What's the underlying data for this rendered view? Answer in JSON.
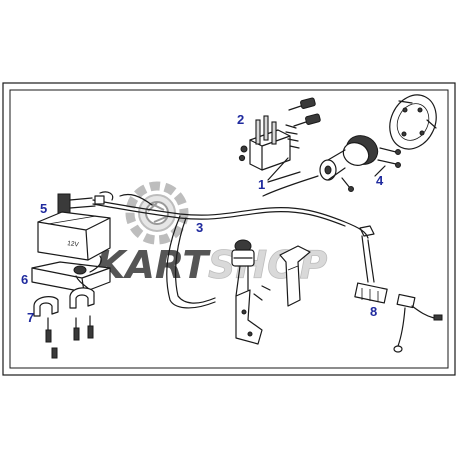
{
  "diagram": {
    "labels": [
      "1",
      "2",
      "3",
      "4",
      "5",
      "6",
      "7",
      "8"
    ],
    "battery_text": "12V",
    "watermark": {
      "text_left": "KART",
      "text_right": "SHOP",
      "color_dark": "#555555",
      "color_light": "#d9d9d9"
    },
    "colors": {
      "frame": "#1a1a1a",
      "label": "#1f2a9e"
    }
  }
}
